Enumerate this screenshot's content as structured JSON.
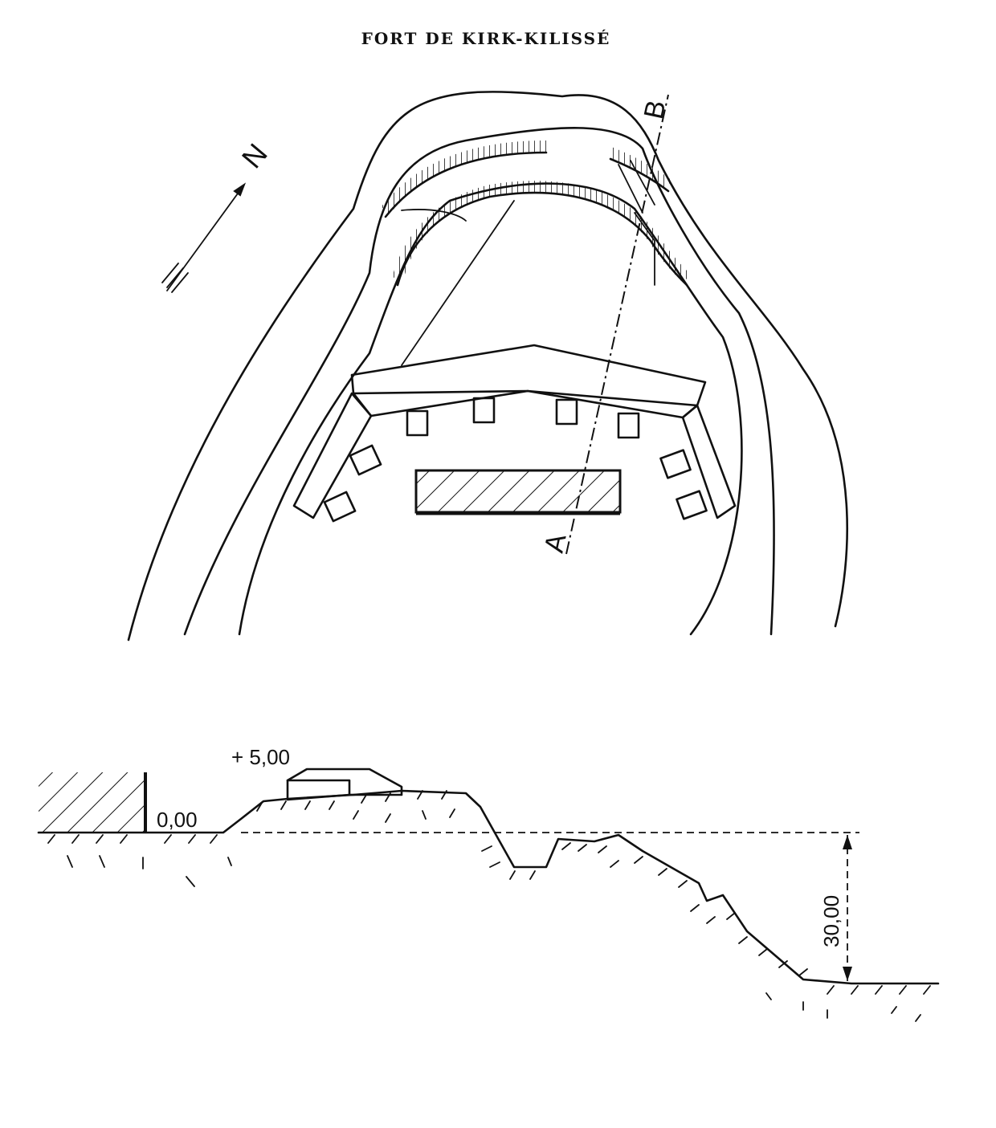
{
  "title": "FORT DE KIRK-KILISSÉ",
  "plan": {
    "north_label": "N",
    "section_start_label": "A",
    "section_end_label": "B"
  },
  "section": {
    "top_elevation": "+ 5,00",
    "base_elevation": "0,00",
    "depth_dimension": "30,00"
  },
  "colors": {
    "ink": "#111111",
    "paper": "#ffffff"
  }
}
